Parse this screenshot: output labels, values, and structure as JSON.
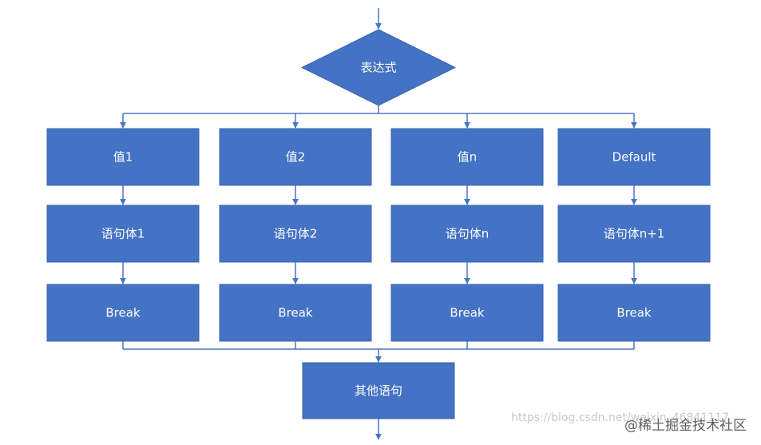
{
  "flowchart": {
    "expression": "表达式",
    "columns": [
      {
        "value": "值1",
        "statement": "语句体1",
        "break": "Break"
      },
      {
        "value": "值2",
        "statement": "语句体2",
        "break": "Break"
      },
      {
        "value": "值n",
        "statement": "语句体n",
        "break": "Break"
      },
      {
        "value": "Default",
        "statement": "语句体n+1",
        "break": "Break"
      }
    ],
    "other": "其他语句"
  },
  "watermark": {
    "url": "https://blog.csdn.net/weixin_46841117",
    "brand": "@稀土掘金技术社区"
  },
  "colors": {
    "box_fill": "#4472c4",
    "connector": "#4a76c1",
    "label": "#ffffff"
  }
}
